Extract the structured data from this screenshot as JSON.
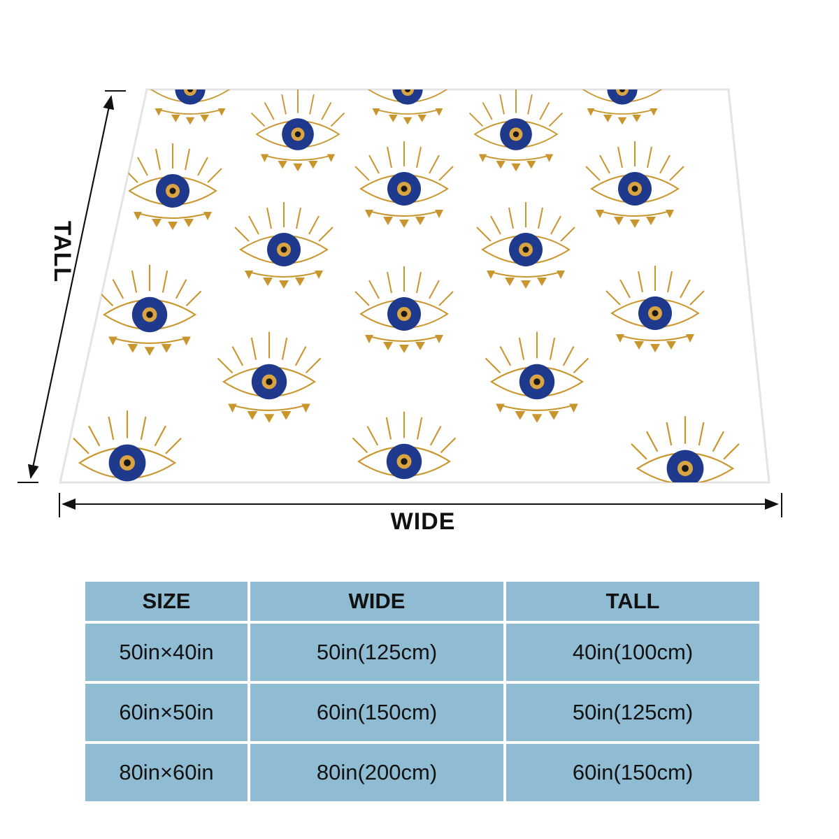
{
  "dimension_labels": {
    "wide": "WIDE",
    "tall": "TALL"
  },
  "blanket": {
    "pattern": "evil-eye",
    "colors": {
      "background": "#ffffff",
      "gold": "#c9962e",
      "iris": "#1f3a8c",
      "pupil": "#d9a441"
    }
  },
  "size_table": {
    "headers": [
      "SIZE",
      "WIDE",
      "TALL"
    ],
    "rows": [
      [
        "50in×40in",
        "50in(125cm)",
        "40in(100cm)"
      ],
      [
        "60in×50in",
        "60in(150cm)",
        "50in(125cm)"
      ],
      [
        "80in×60in",
        "80in(200cm)",
        "60in(150cm)"
      ]
    ],
    "cell_color": "#8fbcd3"
  }
}
